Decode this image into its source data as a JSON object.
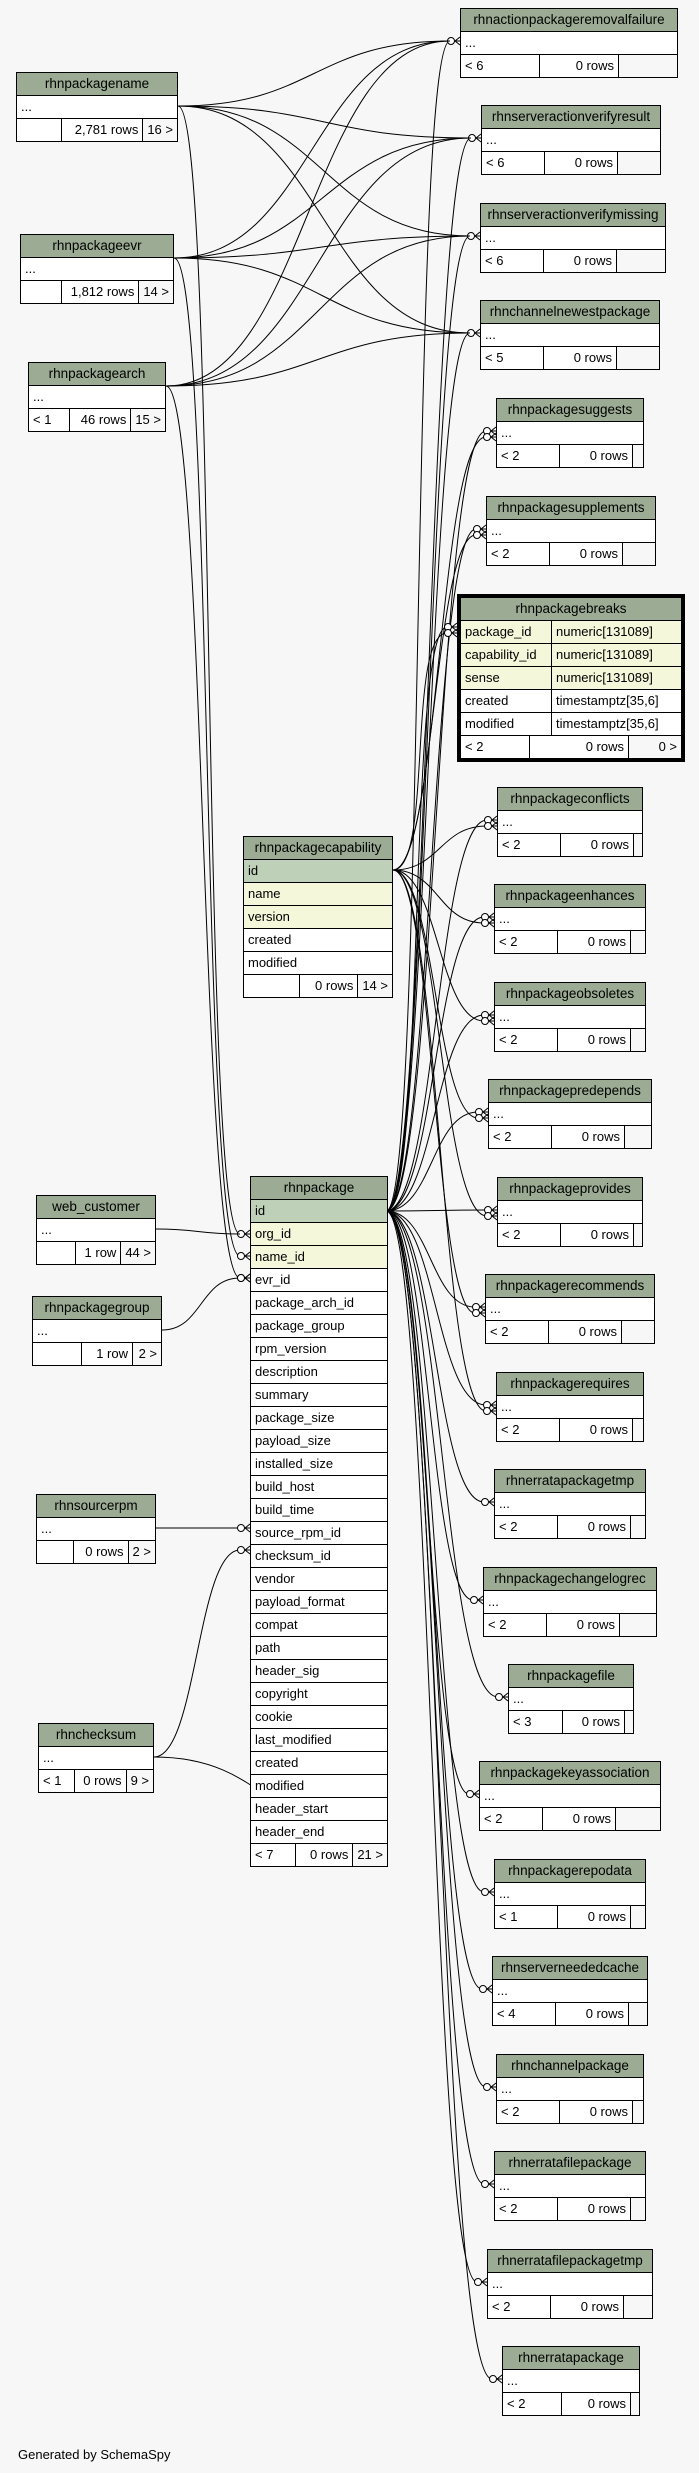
{
  "footer": "Generated by SchemaSpy",
  "tables": [
    {
      "key": "rhnactionpackageremovalfailure",
      "name": "rhnactionpackageremovalfailure",
      "columns": [
        "..."
      ],
      "footer": [
        "< 6",
        "0 rows",
        ""
      ]
    },
    {
      "key": "rhnserveractionverifyresult",
      "name": "rhnserveractionverifyresult",
      "columns": [
        "..."
      ],
      "footer": [
        "< 6",
        "0 rows",
        ""
      ]
    },
    {
      "key": "rhnserveractionverifymissing",
      "name": "rhnserveractionverifymissing",
      "columns": [
        "..."
      ],
      "footer": [
        "< 6",
        "0 rows",
        ""
      ]
    },
    {
      "key": "rhnchannelnewestpackage",
      "name": "rhnchannelnewestpackage",
      "columns": [
        "..."
      ],
      "footer": [
        "< 5",
        "0 rows",
        ""
      ]
    },
    {
      "key": "rhnpackagesuggests",
      "name": "rhnpackagesuggests",
      "columns": [
        "..."
      ],
      "footer": [
        "< 2",
        "0 rows",
        ""
      ]
    },
    {
      "key": "rhnpackagesupplements",
      "name": "rhnpackagesupplements",
      "columns": [
        "..."
      ],
      "footer": [
        "< 2",
        "0 rows",
        ""
      ]
    },
    {
      "key": "rhnpackagebreaks",
      "name": "rhnpackagebreaks",
      "focus": true,
      "columns": [
        [
          "package_id",
          "numeric[131089]"
        ],
        [
          "capability_id",
          "numeric[131089]"
        ],
        [
          "sense",
          "numeric[131089]"
        ],
        [
          "created",
          "timestamptz[35,6]"
        ],
        [
          "modified",
          "timestamptz[35,6]"
        ]
      ],
      "footer": [
        "< 2",
        "0 rows",
        "0 >"
      ]
    },
    {
      "key": "rhnpackageconflicts",
      "name": "rhnpackageconflicts",
      "columns": [
        "..."
      ],
      "footer": [
        "< 2",
        "0 rows",
        ""
      ]
    },
    {
      "key": "rhnpackageenhances",
      "name": "rhnpackageenhances",
      "columns": [
        "..."
      ],
      "footer": [
        "< 2",
        "0 rows",
        ""
      ]
    },
    {
      "key": "rhnpackageobsoletes",
      "name": "rhnpackageobsoletes",
      "columns": [
        "..."
      ],
      "footer": [
        "< 2",
        "0 rows",
        ""
      ]
    },
    {
      "key": "rhnpackagepredepends",
      "name": "rhnpackagepredepends",
      "columns": [
        "..."
      ],
      "footer": [
        "< 2",
        "0 rows",
        ""
      ]
    },
    {
      "key": "rhnpackageprovides",
      "name": "rhnpackageprovides",
      "columns": [
        "..."
      ],
      "footer": [
        "< 2",
        "0 rows",
        ""
      ]
    },
    {
      "key": "rhnpackagerecommends",
      "name": "rhnpackagerecommends",
      "columns": [
        "..."
      ],
      "footer": [
        "< 2",
        "0 rows",
        ""
      ]
    },
    {
      "key": "rhnpackagerequires",
      "name": "rhnpackagerequires",
      "columns": [
        "..."
      ],
      "footer": [
        "< 2",
        "0 rows",
        ""
      ]
    },
    {
      "key": "rhnerratapackagetmp",
      "name": "rhnerratapackagetmp",
      "columns": [
        "..."
      ],
      "footer": [
        "< 2",
        "0 rows",
        ""
      ]
    },
    {
      "key": "rhnpackagechangelogrec",
      "name": "rhnpackagechangelogrec",
      "columns": [
        "..."
      ],
      "footer": [
        "< 2",
        "0 rows",
        ""
      ]
    },
    {
      "key": "rhnpackagefile",
      "name": "rhnpackagefile",
      "columns": [
        "..."
      ],
      "footer": [
        "< 3",
        "0 rows",
        ""
      ]
    },
    {
      "key": "rhnpackagekeyassociation",
      "name": "rhnpackagekeyassociation",
      "columns": [
        "..."
      ],
      "footer": [
        "< 2",
        "0 rows",
        ""
      ]
    },
    {
      "key": "rhnpackagerepodata",
      "name": "rhnpackagerepodata",
      "columns": [
        "..."
      ],
      "footer": [
        "< 1",
        "0 rows",
        ""
      ]
    },
    {
      "key": "rhnserverneededcache",
      "name": "rhnserverneededcache",
      "columns": [
        "..."
      ],
      "footer": [
        "< 4",
        "0 rows",
        ""
      ]
    },
    {
      "key": "rhnchannelpackage",
      "name": "rhnchannelpackage",
      "columns": [
        "..."
      ],
      "footer": [
        "< 2",
        "0 rows",
        ""
      ]
    },
    {
      "key": "rhnerratafilepackage",
      "name": "rhnerratafilepackage",
      "columns": [
        "..."
      ],
      "footer": [
        "< 2",
        "0 rows",
        ""
      ]
    },
    {
      "key": "rhnerratafilepackagetmp",
      "name": "rhnerratafilepackagetmp",
      "columns": [
        "..."
      ],
      "footer": [
        "< 2",
        "0 rows",
        ""
      ]
    },
    {
      "key": "rhnerratapackage",
      "name": "rhnerratapackage",
      "columns": [
        "..."
      ],
      "footer": [
        "< 2",
        "0 rows",
        ""
      ]
    },
    {
      "key": "rhnpackagename",
      "name": "rhnpackagename",
      "columns": [
        "..."
      ],
      "footer": [
        "",
        "2,781 rows",
        "16 >"
      ]
    },
    {
      "key": "rhnpackageevr",
      "name": "rhnpackageevr",
      "columns": [
        "..."
      ],
      "footer": [
        "",
        "1,812 rows",
        "14 >"
      ]
    },
    {
      "key": "rhnpackagearch",
      "name": "rhnpackagearch",
      "columns": [
        "..."
      ],
      "footer": [
        "< 1",
        "46 rows",
        "15 >"
      ]
    },
    {
      "key": "rhnpackagecapability",
      "name": "rhnpackagecapability",
      "columns": [
        {
          "n": "id",
          "s": "pk"
        },
        {
          "n": "name",
          "s": "idx"
        },
        {
          "n": "version",
          "s": "idx"
        },
        {
          "n": "created"
        },
        {
          "n": "modified"
        }
      ],
      "footer": [
        "",
        "0 rows",
        "14 >"
      ]
    },
    {
      "key": "web_customer",
      "name": "web_customer",
      "columns": [
        "..."
      ],
      "footer": [
        "",
        "1 row",
        "44 >"
      ]
    },
    {
      "key": "rhnpackagegroup",
      "name": "rhnpackagegroup",
      "columns": [
        "..."
      ],
      "footer": [
        "",
        "1 row",
        "2 >"
      ]
    },
    {
      "key": "rhnsourcerpm",
      "name": "rhnsourcerpm",
      "columns": [
        "..."
      ],
      "footer": [
        "",
        "0 rows",
        "2 >"
      ]
    },
    {
      "key": "rhnchecksum",
      "name": "rhnchecksum",
      "columns": [
        "..."
      ],
      "footer": [
        "< 1",
        "0 rows",
        "9 >"
      ]
    },
    {
      "key": "rhnpackage",
      "name": "rhnpackage",
      "columns": [
        {
          "n": "id",
          "s": "pk"
        },
        {
          "n": "org_id",
          "s": "idx"
        },
        {
          "n": "name_id",
          "s": "idx"
        },
        {
          "n": "evr_id"
        },
        {
          "n": "package_arch_id"
        },
        {
          "n": "package_group"
        },
        {
          "n": "rpm_version"
        },
        {
          "n": "description"
        },
        {
          "n": "summary"
        },
        {
          "n": "package_size"
        },
        {
          "n": "payload_size"
        },
        {
          "n": "installed_size"
        },
        {
          "n": "build_host"
        },
        {
          "n": "build_time"
        },
        {
          "n": "source_rpm_id"
        },
        {
          "n": "checksum_id"
        },
        {
          "n": "vendor"
        },
        {
          "n": "payload_format"
        },
        {
          "n": "compat"
        },
        {
          "n": "path"
        },
        {
          "n": "header_sig"
        },
        {
          "n": "copyright"
        },
        {
          "n": "cookie"
        },
        {
          "n": "last_modified"
        },
        {
          "n": "created"
        },
        {
          "n": "modified"
        },
        {
          "n": "header_start"
        },
        {
          "n": "header_end"
        }
      ],
      "footer": [
        "< 7",
        "0 rows",
        "21 >"
      ]
    }
  ]
}
